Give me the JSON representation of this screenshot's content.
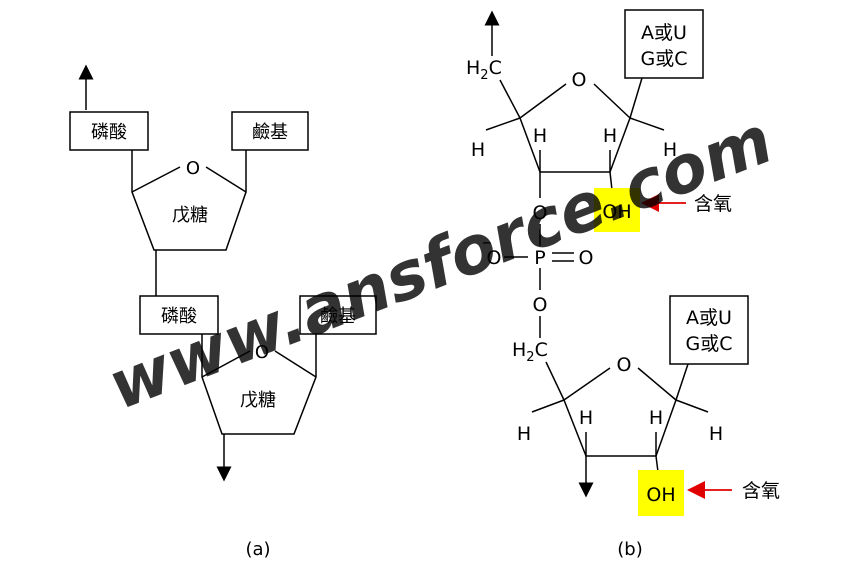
{
  "panel_a": {
    "caption": "(a)",
    "top_unit": {
      "phosphate": "磷酸",
      "base": "鹼基",
      "ring_oxygen": "O",
      "sugar": "戊糖"
    },
    "bottom_unit": {
      "phosphate": "磷酸",
      "base": "鹼基",
      "ring_oxygen": "O",
      "sugar": "戊糖"
    }
  },
  "panel_b": {
    "caption": "(b)",
    "top_nucleotide": {
      "ch2_main": "H",
      "ch2_sub": "2",
      "ch2_tail": "C",
      "ring_oxygen": "O",
      "base_line1": "A或U",
      "base_line2": "G或C",
      "h_left_outer": "H",
      "h_left_inner": "H",
      "h_right_inner": "H",
      "h_right_outer": "H",
      "hydroxyl": "OH",
      "note": "含氧"
    },
    "phosphate_bridge": {
      "o_top": "O",
      "charge": "–",
      "o_left": "O",
      "p": "P",
      "o_right": "O",
      "o_bottom": "O"
    },
    "bottom_nucleotide": {
      "ch2_main": "H",
      "ch2_sub": "2",
      "ch2_tail": "C",
      "ring_oxygen": "O",
      "base_line1": "A或U",
      "base_line2": "G或C",
      "h_left_outer": "H",
      "h_left_inner": "H",
      "h_right_inner": "H",
      "h_right_outer": "H",
      "hydroxyl": "OH",
      "note": "含氧"
    }
  },
  "watermark": {
    "text": "www.ansforce.com"
  },
  "colors": {
    "highlight": "#ffff00",
    "arrow_red": "#e00000",
    "watermark": "#a8c8e8",
    "stroke": "#000000"
  }
}
